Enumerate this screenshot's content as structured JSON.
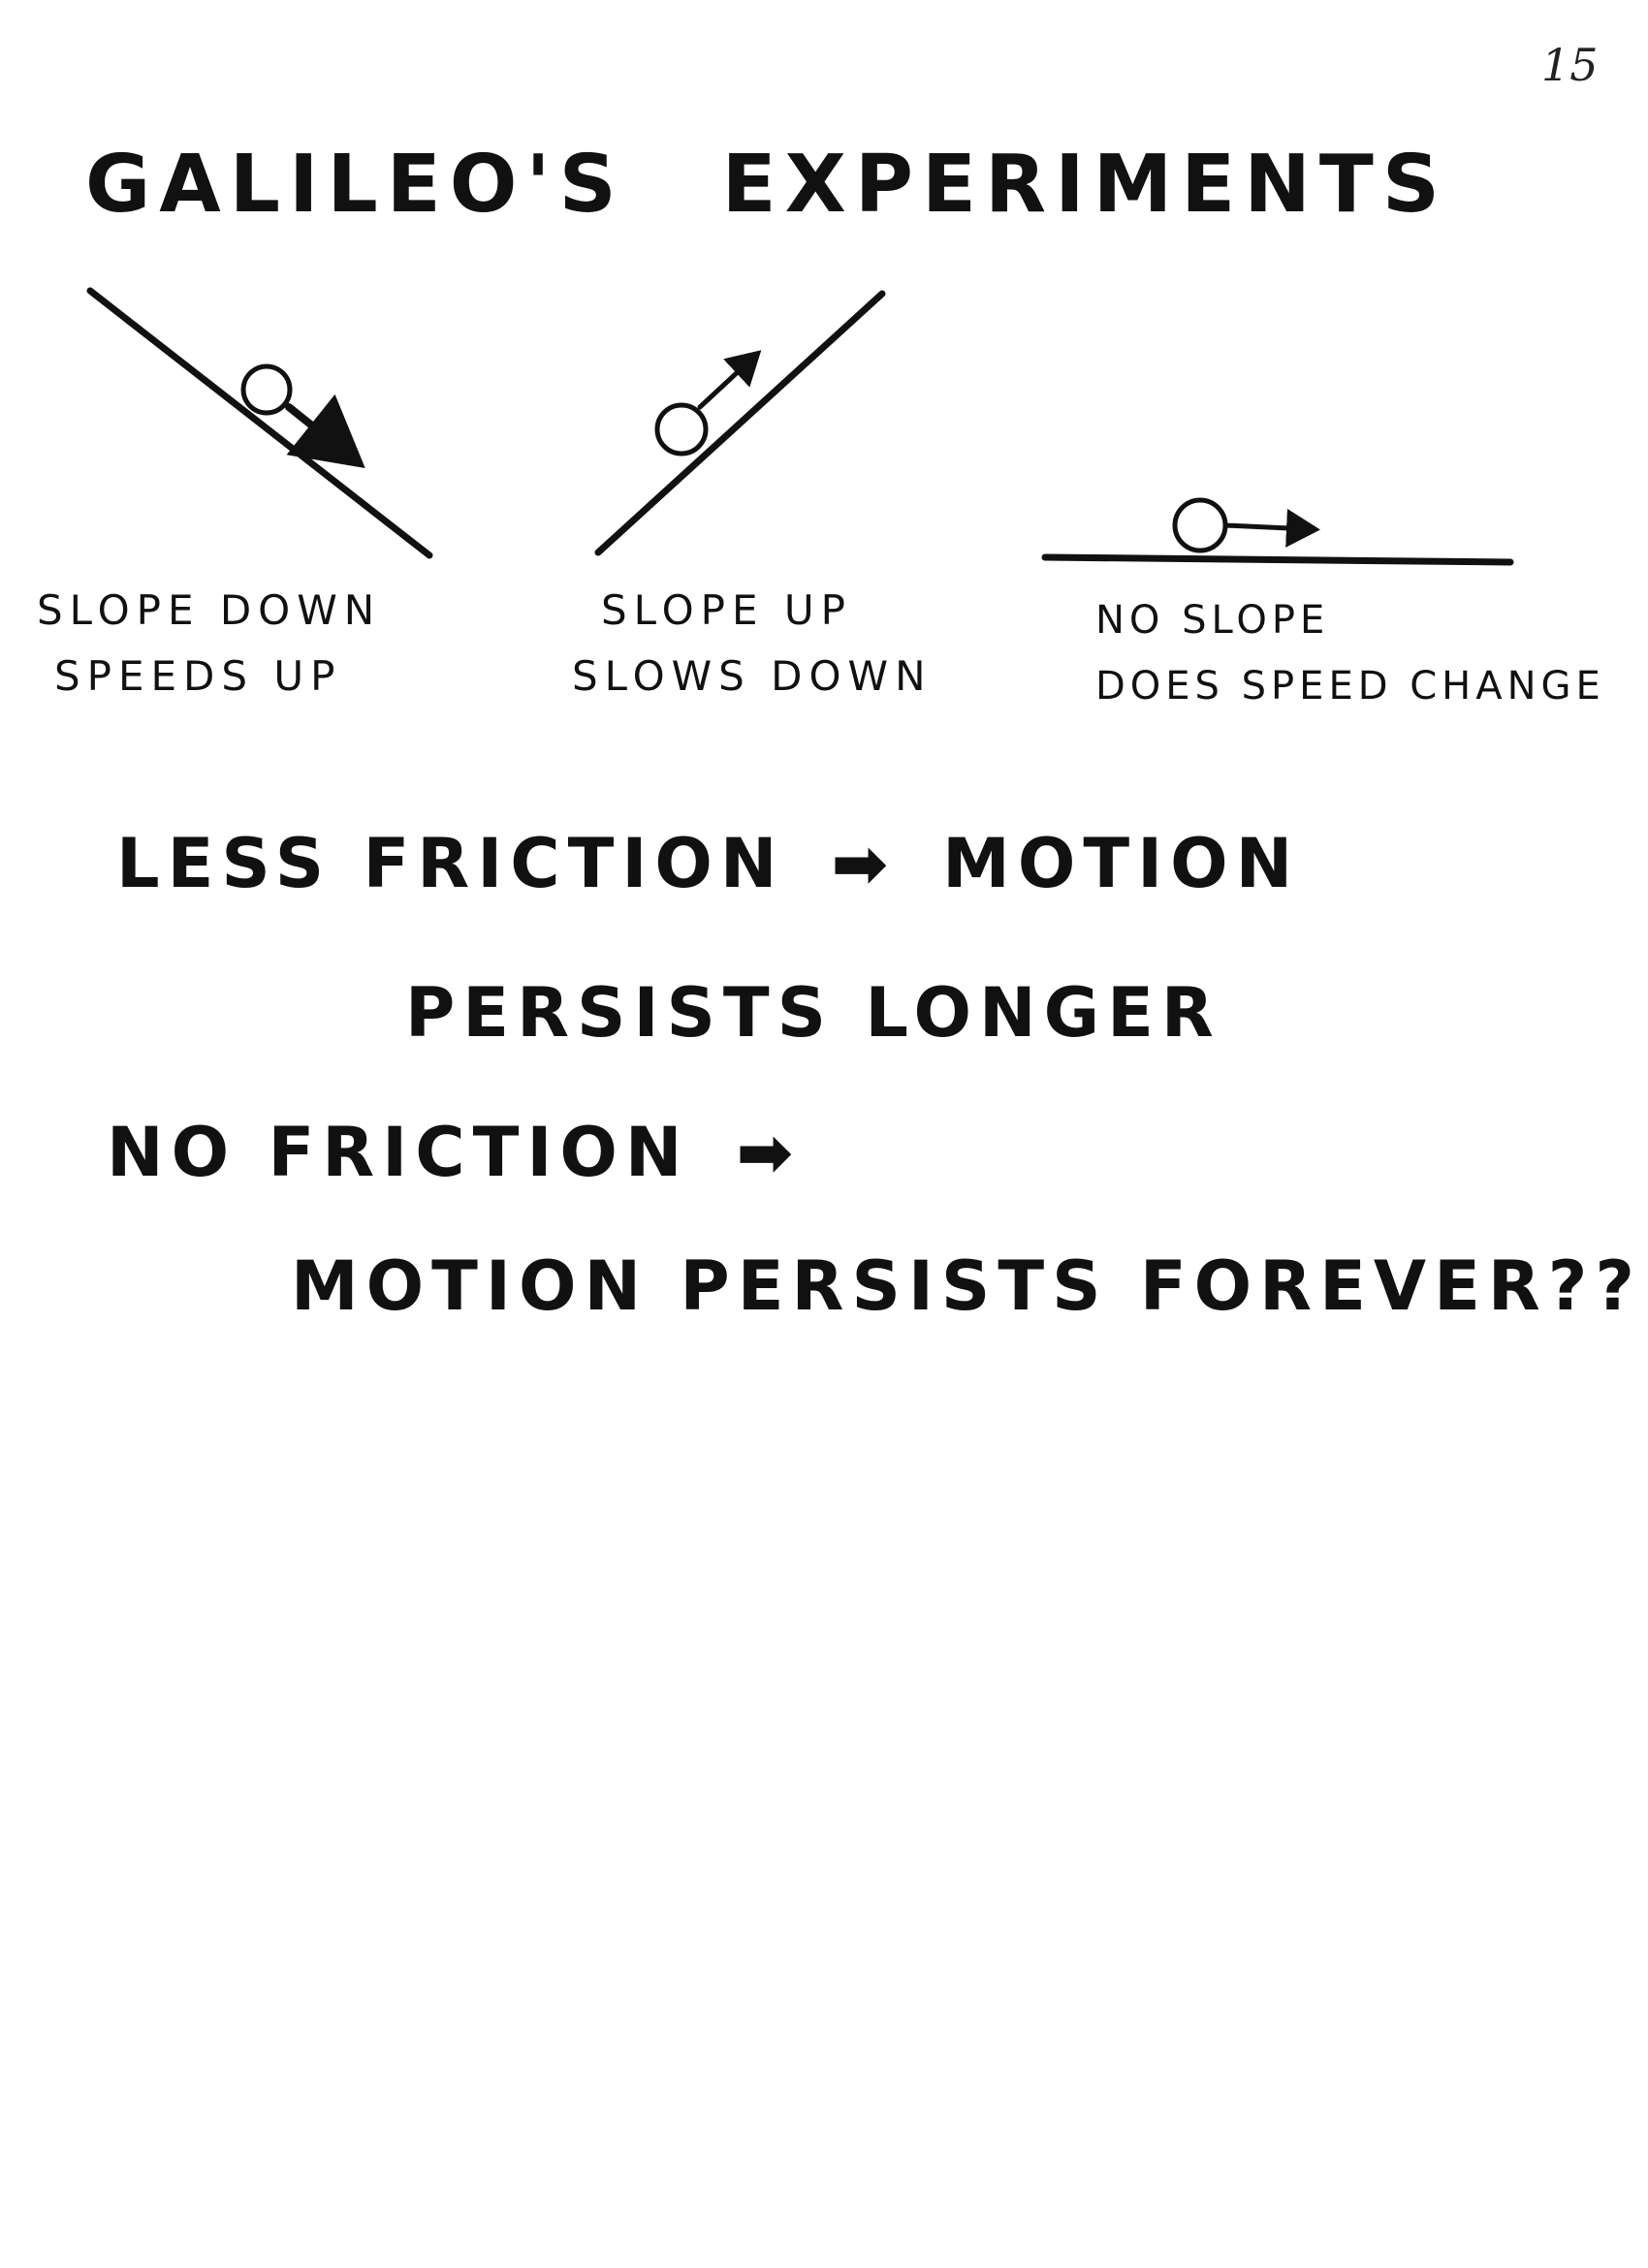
{
  "page_number": "15",
  "title": {
    "word1": "GALILEO'S",
    "word2": "EXPERIMENTS"
  },
  "experiments": [
    {
      "line1": "SLOPE DOWN",
      "line2": "SPEEDS UP"
    },
    {
      "line1": "SLOPE UP",
      "line2": "SLOWS DOWN"
    },
    {
      "line1": "NO SLOPE",
      "line2": "DOES SPEED CHANGE"
    }
  ],
  "conclusions": {
    "less_friction": {
      "cause": "LESS FRICTION",
      "arrow": "➡",
      "effect_a": "MOTION",
      "effect_b": "PERSISTS LONGER"
    },
    "no_friction": {
      "cause": "NO FRICTION",
      "arrow": "➡",
      "effect": "MOTION PERSISTS FOREVER??"
    }
  }
}
